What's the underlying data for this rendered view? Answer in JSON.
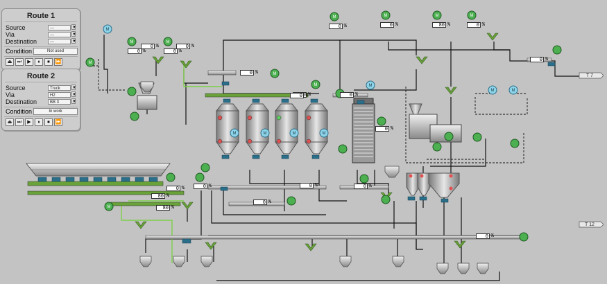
{
  "route1": {
    "title": "Route 1",
    "source_label": "Source",
    "source_value": "---",
    "via_label": "Via",
    "via_value": "---",
    "destination_label": "Destination",
    "destination_value": "---",
    "condition_label": "Condition",
    "condition_value": "Not used",
    "buttons": [
      "⏏",
      "⏭",
      "▶",
      "⏸",
      "⏹",
      "⏩"
    ]
  },
  "route2": {
    "title": "Route 2",
    "source_label": "Source",
    "source_value": "Truck",
    "via_label": "Via",
    "via_value": "H2",
    "destination_label": "Destination",
    "destination_value": "BB 3",
    "condition_label": "Condition",
    "condition_value": "In work",
    "buttons": [
      "⏏",
      "⏭",
      "▶",
      "⏸",
      "⏹",
      "⏩"
    ]
  },
  "exits": {
    "t7": "T 7",
    "t12": "T 12"
  },
  "percents": {
    "p1": "0",
    "p2": "0",
    "p3": "80",
    "p4": "0",
    "p5": "0",
    "p6": "0",
    "p7": "0",
    "p8": "0",
    "p9": "0",
    "p10": "0",
    "p11": "80",
    "p12": "0",
    "p13": "0",
    "p14": "0",
    "p15": "0",
    "p16": "0",
    "p17": "0",
    "p18": "80",
    "p19": "80",
    "p20": "0",
    "p21": "0",
    "p22": "0"
  },
  "percent_unit": "%",
  "motor_label": "M",
  "colors": {
    "background": "#c3c3c3",
    "active_line": "#7dd04a",
    "conveyor_green": "#6aa23a",
    "motor_on": "#4caf50",
    "motor_off": "#8fd3e8",
    "valve": "#2a6f8a"
  }
}
